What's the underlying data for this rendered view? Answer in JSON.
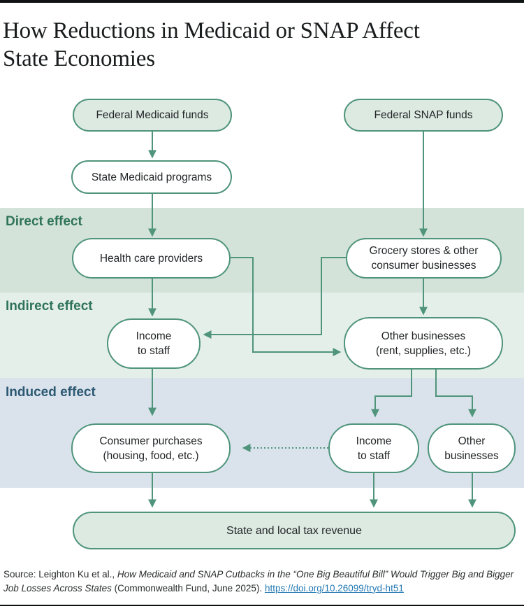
{
  "title": {
    "line1": "How Reductions in Medicaid or SNAP Affect",
    "line2": "State Economies"
  },
  "bands": {
    "direct": {
      "label": "Direct effect"
    },
    "indirect": {
      "label": "Indirect effect"
    },
    "induced": {
      "label": "Induced effect"
    }
  },
  "nodes": {
    "federal_medicaid": {
      "label": "Federal Medicaid funds"
    },
    "federal_snap": {
      "label": "Federal SNAP funds"
    },
    "state_medicaid": {
      "label": "State Medicaid programs"
    },
    "health_care": {
      "label": "Health care providers"
    },
    "grocery": {
      "line1": "Grocery stores & other",
      "line2": "consumer businesses"
    },
    "income_staff_indirect": {
      "line1": "Income",
      "line2": "to staff"
    },
    "other_businesses_indirect": {
      "line1": "Other businesses",
      "line2": "(rent, supplies, etc.)"
    },
    "consumer_purchases": {
      "line1": "Consumer purchases",
      "line2": "(housing, food, etc.)"
    },
    "income_staff_induced": {
      "line1": "Income",
      "line2": "to staff"
    },
    "other_businesses_induced": {
      "line1": "Other",
      "line2": "businesses"
    },
    "tax_revenue": {
      "label": "State and local tax revenue"
    }
  },
  "source": {
    "prefix": "Source: Leighton Ku et al., ",
    "work_title": "How Medicaid and SNAP Cutbacks in the “One Big Beautiful Bill” Would Trigger Big and Bigger Job Losses Across States",
    "publisher": " (Commonwealth Fund, June 2025). ",
    "doi_link": "https://doi.org/10.26099/tryd-ht51"
  },
  "colors": {
    "accent_green": "#4f947b",
    "pill_green_fill": "#ddeae2",
    "band_direct": "#d3e3da",
    "band_indirect": "#e5efe9",
    "band_induced": "#dae3ec",
    "label_green": "#2f7459",
    "label_blue": "#2d5973",
    "link_blue": "#2379b4"
  }
}
